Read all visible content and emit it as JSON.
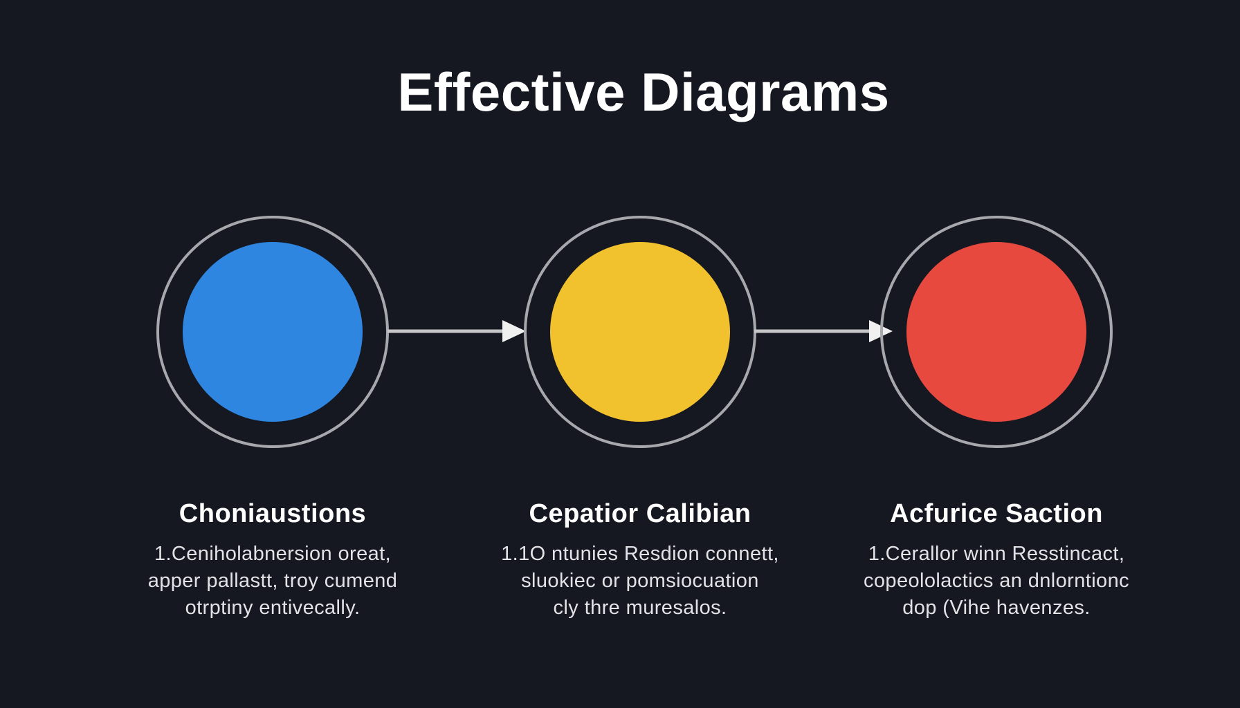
{
  "title": "Effective Diagrams",
  "colors": {
    "background": "#161821",
    "ring": "#a6a8ad",
    "arrow": "#c6c6c8",
    "node_blue": "#2e86e0",
    "node_yellow": "#f2c12e",
    "node_red": "#e8493f"
  },
  "nodes": [
    {
      "heading": "Choniaustions",
      "lines": [
        "1.Ceniholabnersion oreat,",
        "apper pallastt, troy cumend",
        "otrptiny entivecally."
      ]
    },
    {
      "heading": "Cepatior Calibian",
      "lines": [
        "1.1O ntunies Resdion connett,",
        "sluokiec or pomsiocuation",
        "cly thre muresalos."
      ]
    },
    {
      "heading": "Acfurice Saction",
      "lines": [
        "1.Cerallor winn Resstincact,",
        "copeololactics an dnlorntionc",
        "dop (Vihe havenzes."
      ]
    }
  ]
}
